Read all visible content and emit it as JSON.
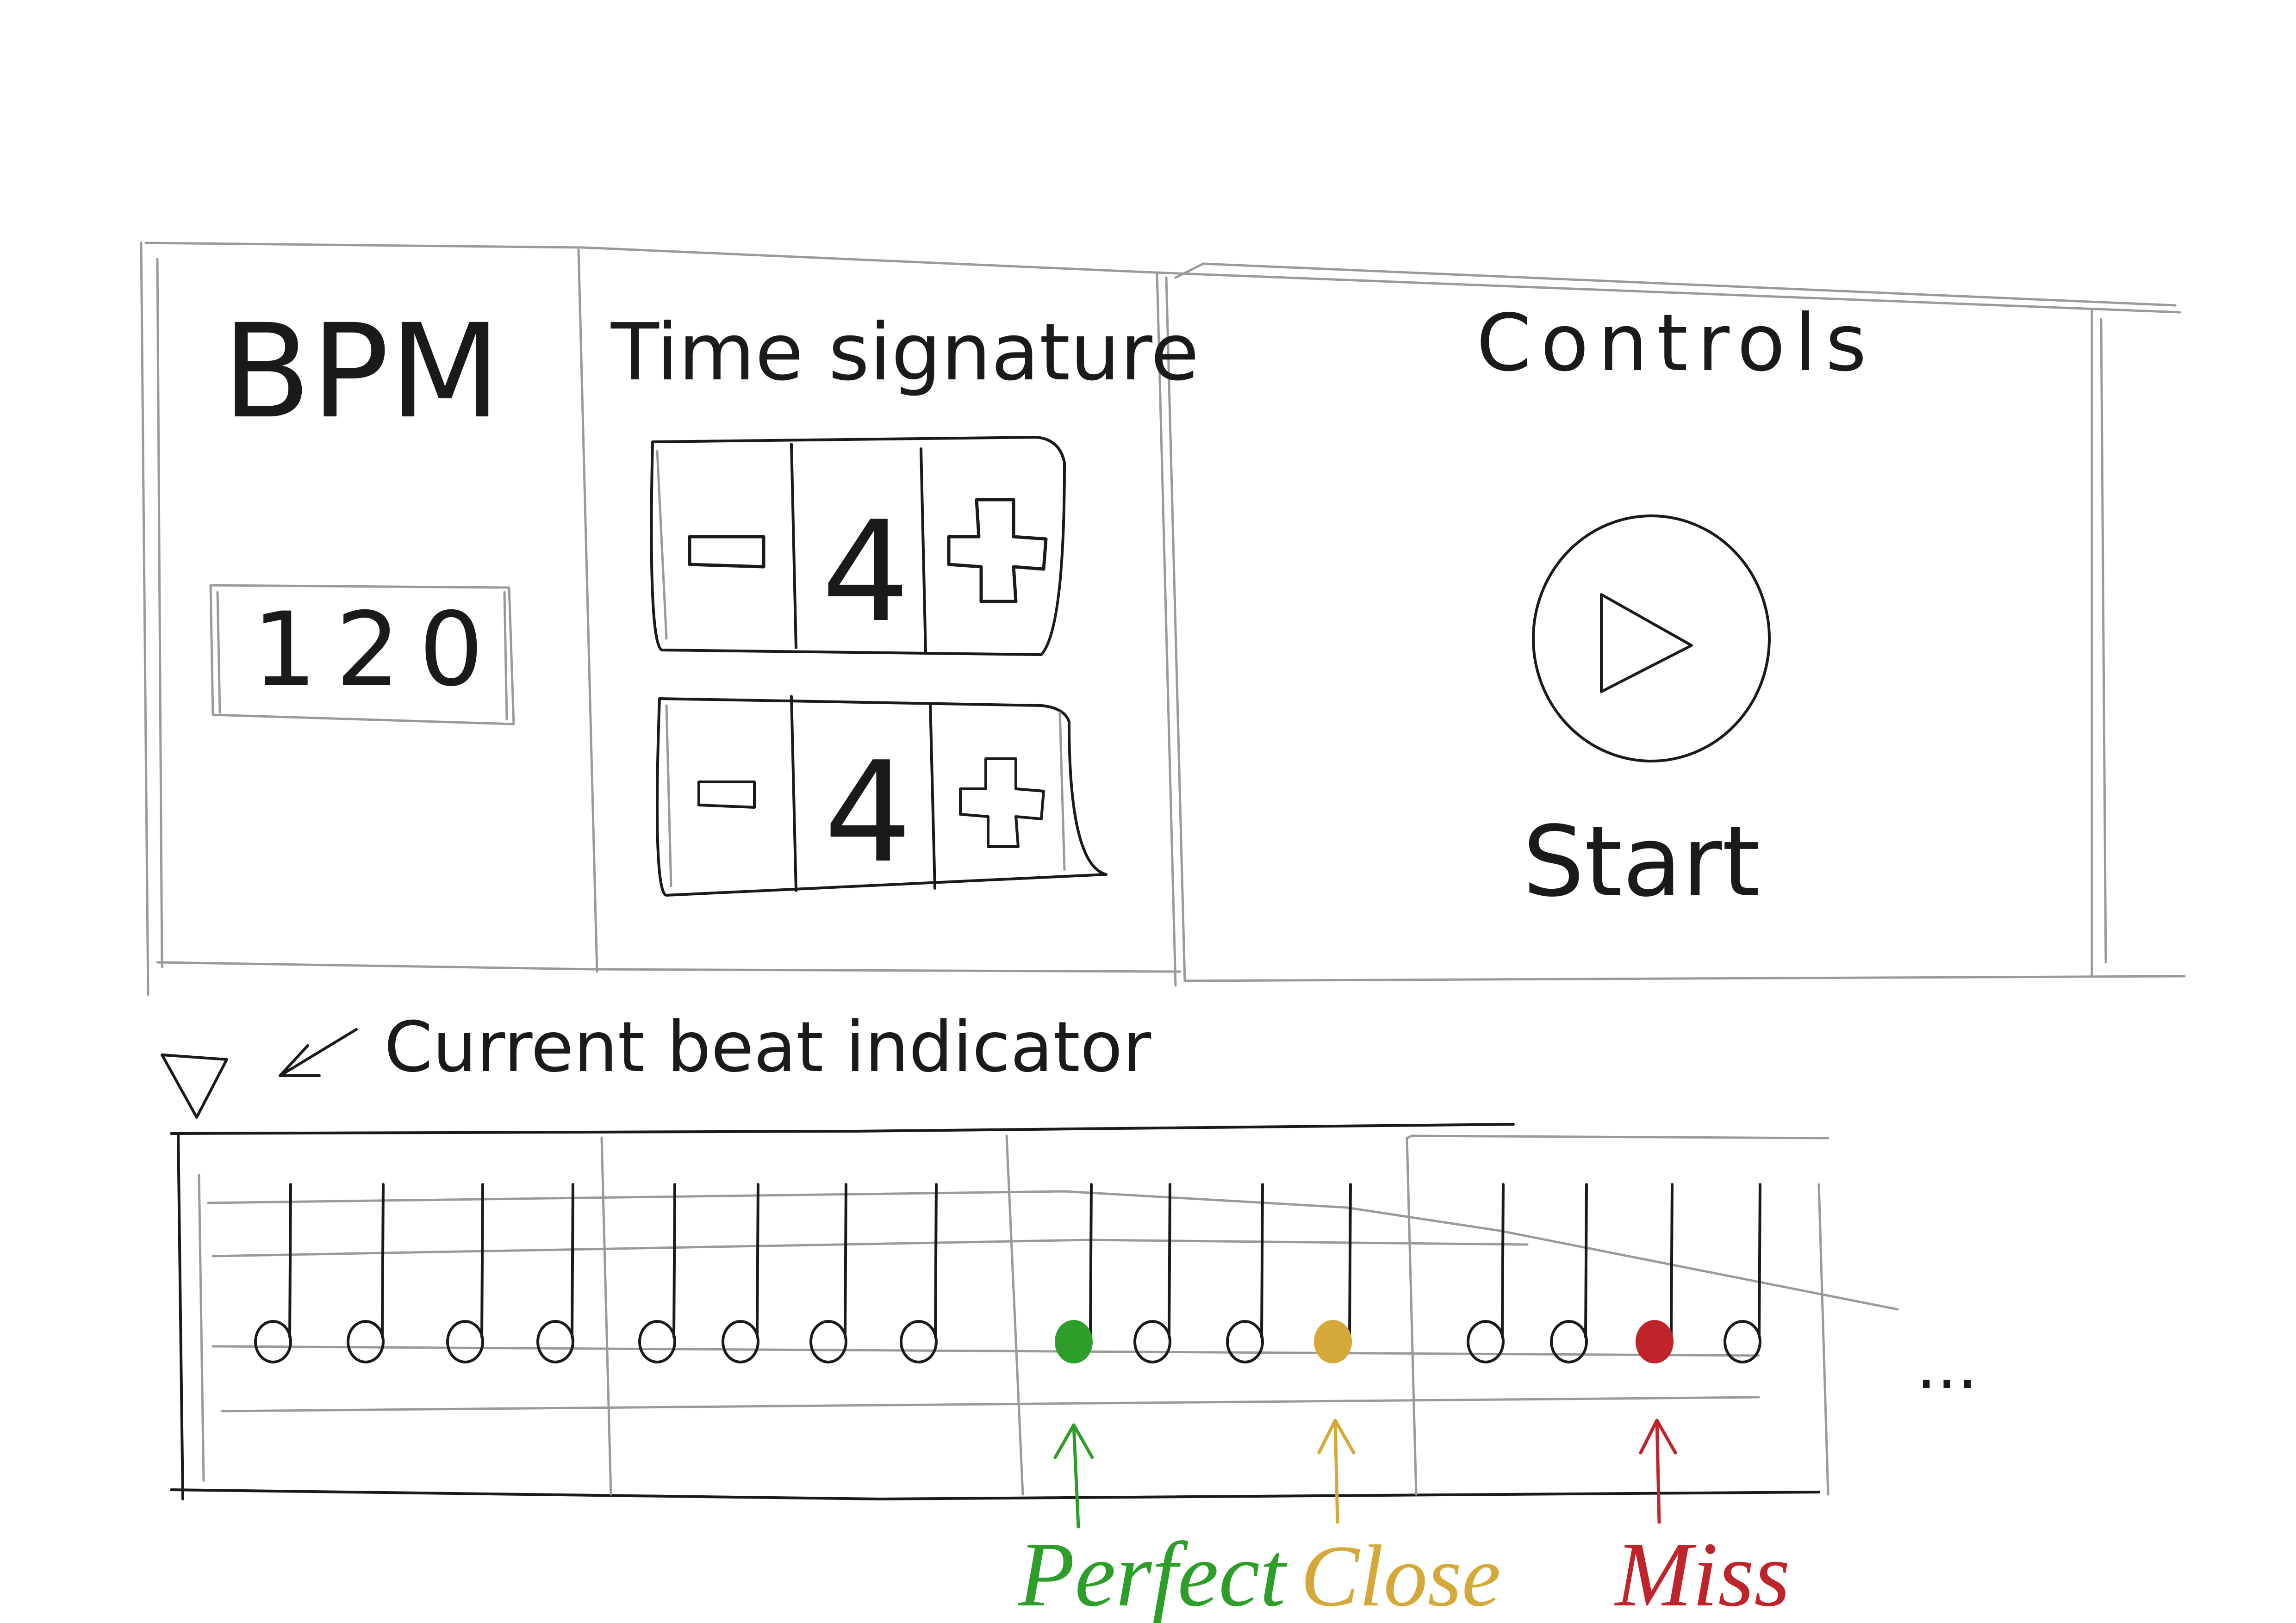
{
  "bpm": {
    "title": "BPM",
    "value": "120"
  },
  "time_signature": {
    "title": "Time signature",
    "top": {
      "minus_label": "−",
      "value": "4",
      "plus_label": "+"
    },
    "bottom": {
      "minus_label": "−",
      "value": "4",
      "plus_label": "+"
    }
  },
  "controls": {
    "title": "Controls",
    "start_label": "Start"
  },
  "annotations": {
    "beat_indicator": "Current beat indicator",
    "perfect": "Perfect",
    "close": "Close",
    "miss": "Miss",
    "more": "..."
  },
  "colors": {
    "perfect": "#2e9e2a",
    "close": "#d4a93a",
    "miss": "#c0242b",
    "ink": "#1a1a1a",
    "frame": "#9a9a9a"
  },
  "measures": [
    {
      "notes": [
        {
          "state": "open"
        },
        {
          "state": "open"
        },
        {
          "state": "open"
        },
        {
          "state": "open"
        }
      ]
    },
    {
      "notes": [
        {
          "state": "open"
        },
        {
          "state": "open"
        },
        {
          "state": "open"
        },
        {
          "state": "open"
        }
      ]
    },
    {
      "notes": [
        {
          "state": "perfect"
        },
        {
          "state": "open"
        },
        {
          "state": "open"
        },
        {
          "state": "close"
        }
      ]
    },
    {
      "notes": [
        {
          "state": "open"
        },
        {
          "state": "open"
        },
        {
          "state": "miss"
        },
        {
          "state": "open"
        }
      ]
    }
  ]
}
